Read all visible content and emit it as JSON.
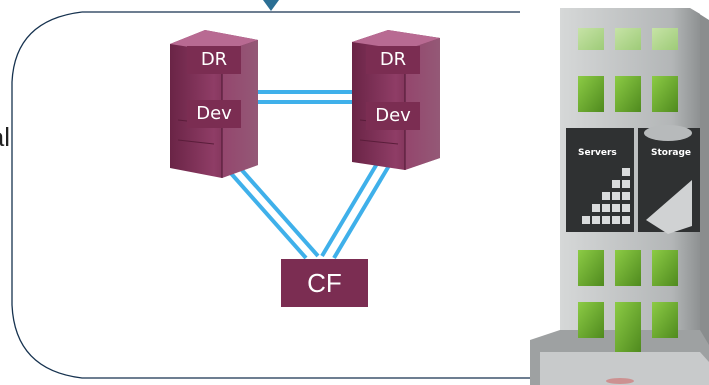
{
  "left_server": {
    "top_label": "DR",
    "bottom_label": "Dev"
  },
  "right_server": {
    "top_label": "DR",
    "bottom_label": "Dev"
  },
  "coupling_facility": {
    "label": "CF"
  },
  "edge_fragment": "al",
  "building": {
    "servers_label": "Servers",
    "storage_label": "Storage"
  },
  "colors": {
    "server_body": "#7b2d52",
    "link": "#3fb0ea",
    "container_border": "#16324f",
    "building_wall": "#b9bcbd",
    "building_window": "#6dab2c"
  }
}
